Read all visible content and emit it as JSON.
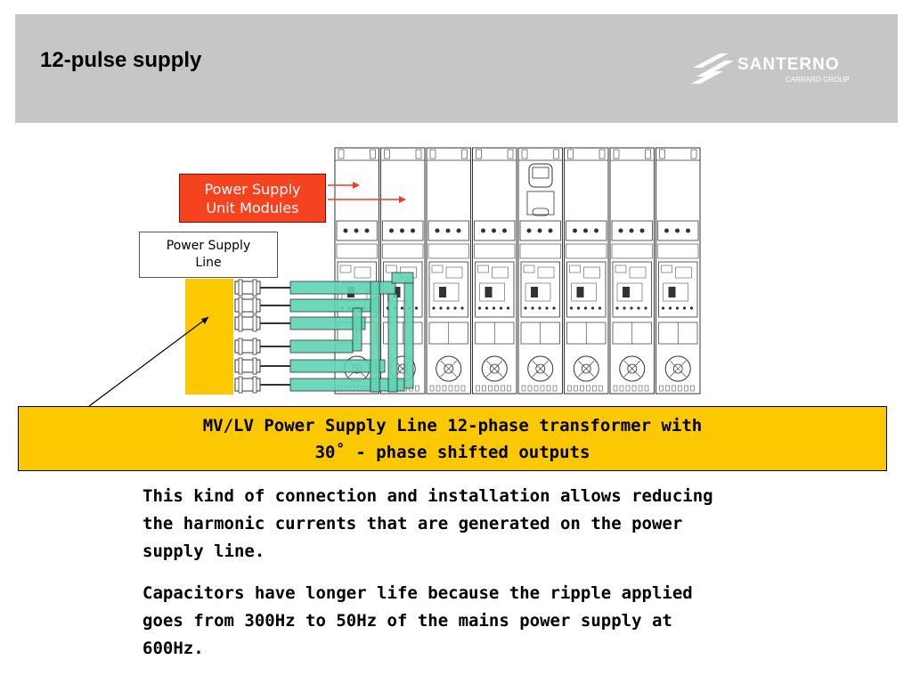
{
  "header": {
    "title": "12-pulse supply",
    "logo": {
      "name": "SANTERNO",
      "subtitle": "CARRARO GROUP"
    }
  },
  "diagram": {
    "label_modules": "Power Supply\nUnit Modules",
    "label_line": "Power Supply\nLine",
    "module_count": 8,
    "colors": {
      "transformer": "#fcc800",
      "busbar": "#5fd4b4",
      "label_red": "#f5421f",
      "arrow_red": "#e8401c"
    }
  },
  "callout": {
    "line1": "MV/LV Power Supply Line 12-phase transformer with",
    "line2": "30˚ - phase shifted outputs"
  },
  "body": {
    "p1": "This kind of connection and installation allows reducing the harmonic currents that are generated on the power supply line.",
    "p2": "Capacitors have longer life because the ripple applied goes from 300Hz to 50Hz of the mains power supply at 600Hz."
  }
}
